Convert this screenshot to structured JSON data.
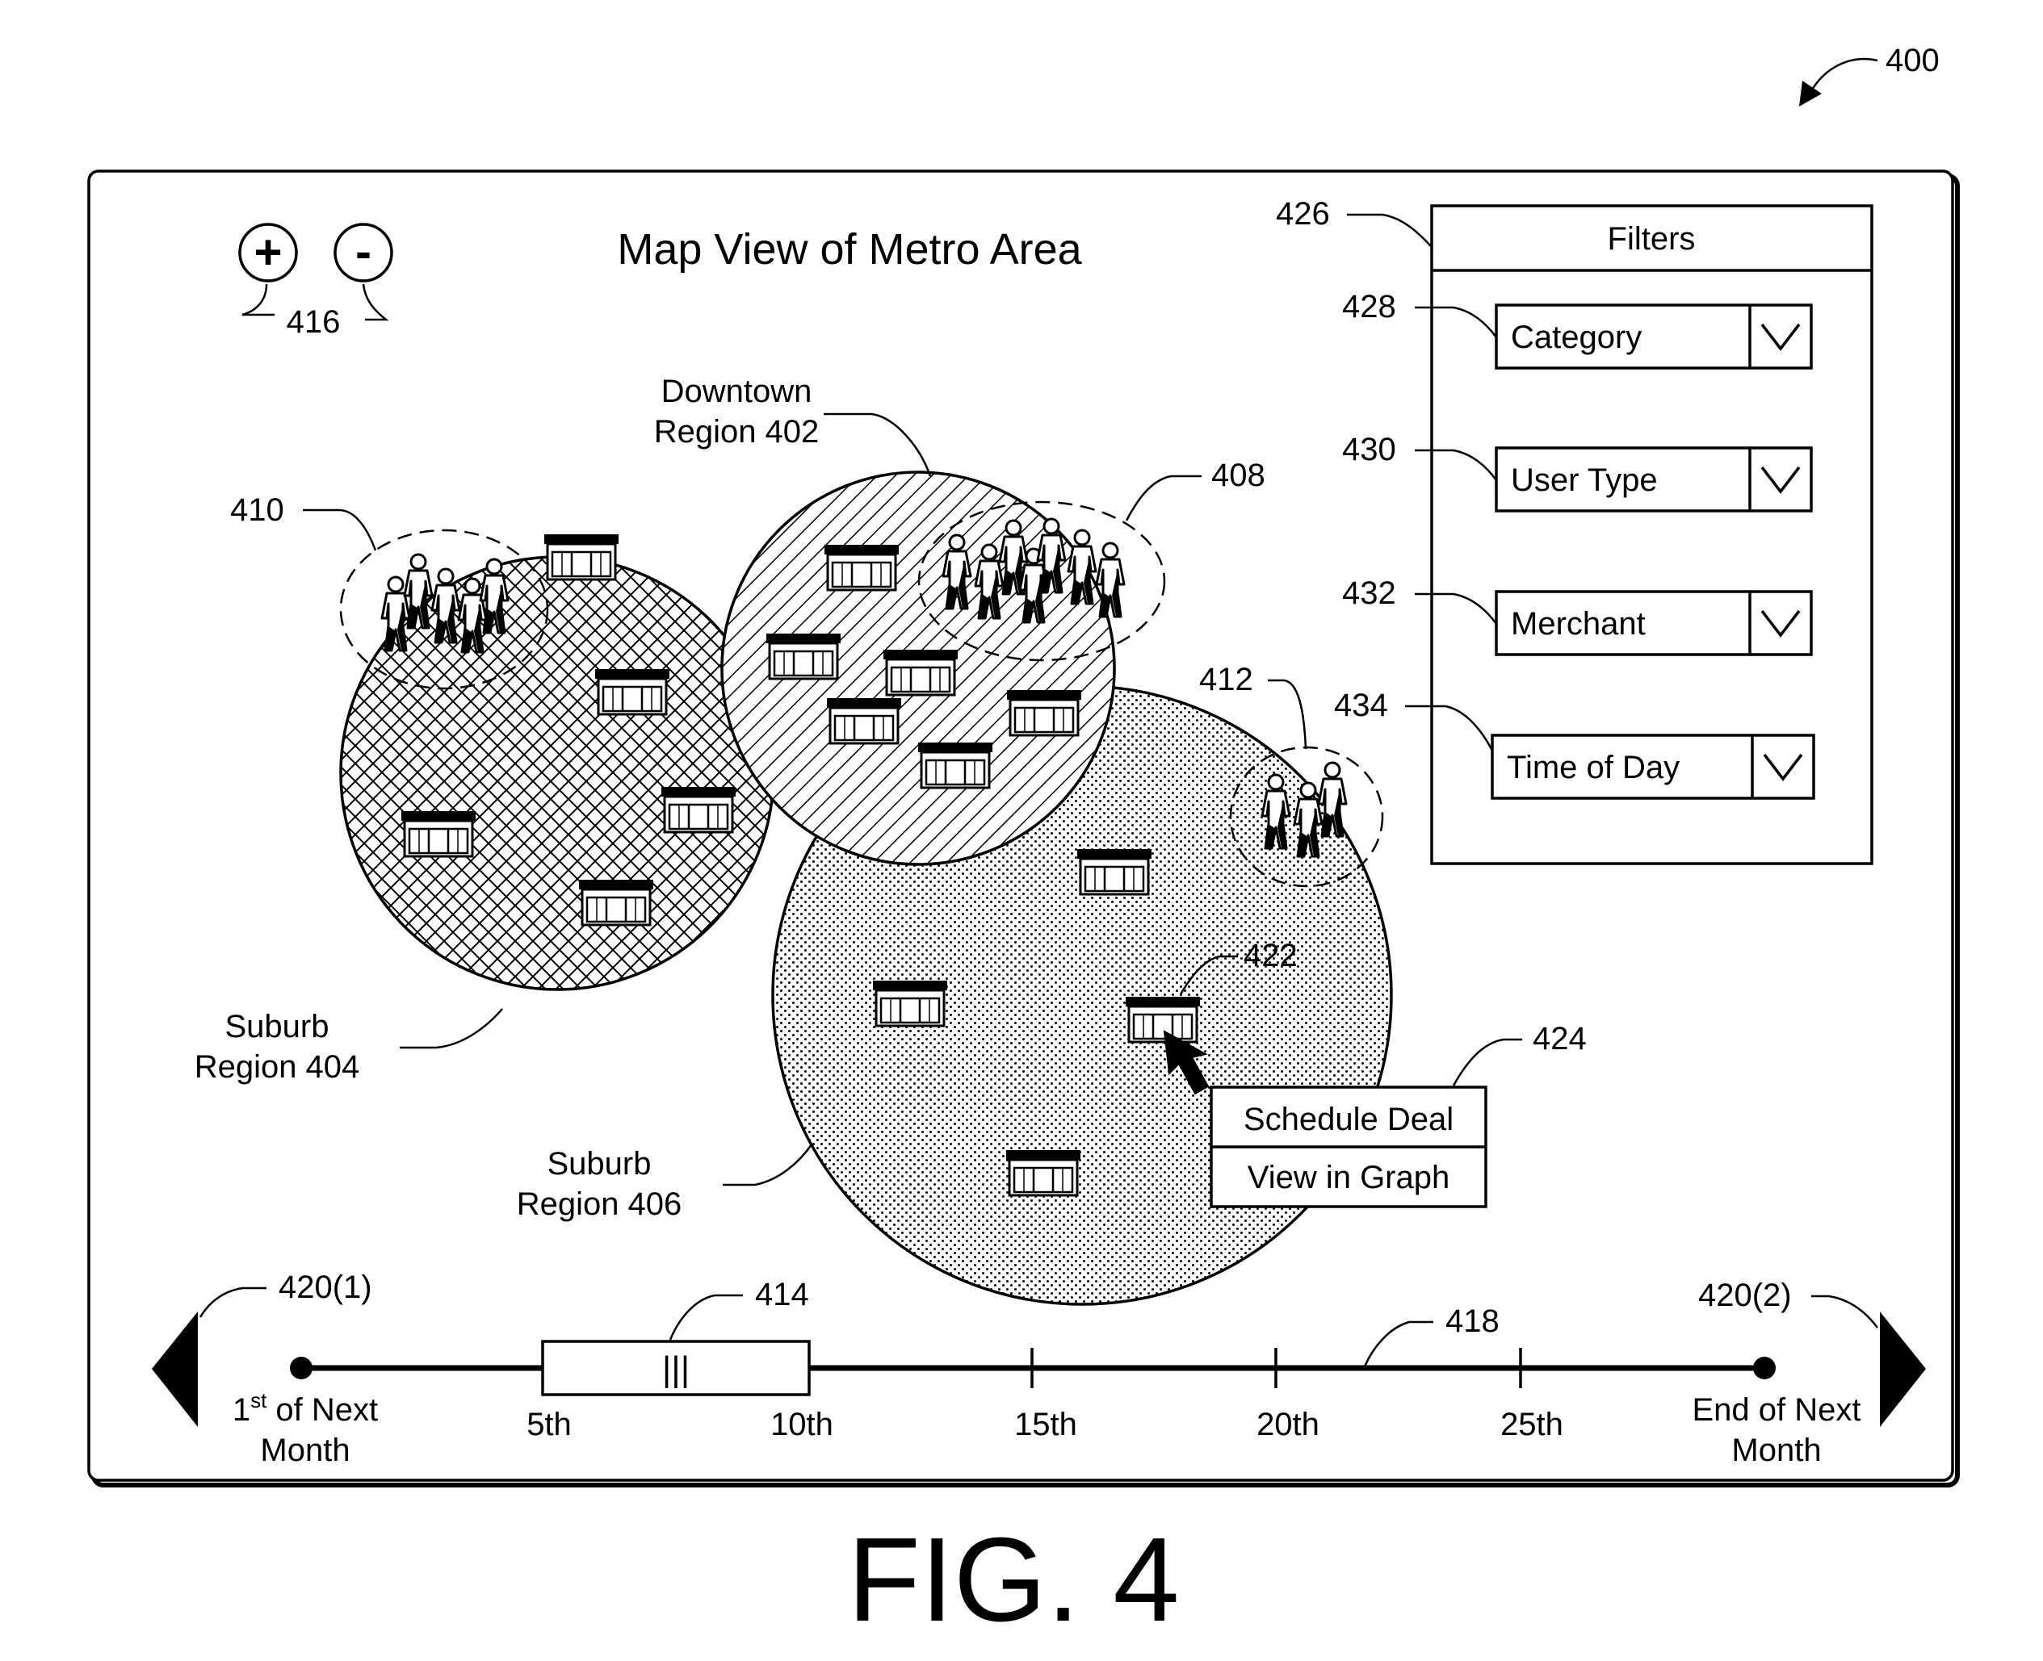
{
  "figure": {
    "ref": "400",
    "caption": "FIG. 4"
  },
  "map": {
    "title": "Map View of Metro Area",
    "zoom": {
      "ref": "416",
      "zoom_in": "+",
      "zoom_out": "-"
    },
    "regions": [
      {
        "name_line1": "Downtown",
        "name_line2": "Region 402"
      },
      {
        "name_line1": "Suburb",
        "name_line2": "Region 404"
      },
      {
        "name_line1": "Suburb",
        "name_line2": "Region 406"
      }
    ],
    "user_cluster_refs": [
      "408",
      "410",
      "412"
    ],
    "merchant_ref": "422",
    "context_menu": {
      "ref": "424",
      "items": [
        "Schedule Deal",
        "View in Graph"
      ]
    }
  },
  "filters": {
    "ref": "426",
    "title": "Filters",
    "items": [
      {
        "ref": "428",
        "label": "Category"
      },
      {
        "ref": "430",
        "label": "User Type"
      },
      {
        "ref": "432",
        "label": "Merchant"
      },
      {
        "ref": "434",
        "label": "Time of Day"
      }
    ]
  },
  "timeline": {
    "ref": "418",
    "slider_ref": "414",
    "slider_grip": "|||",
    "left_arrow_ref": "420(1)",
    "right_arrow_ref": "420(2)",
    "start_label_num": "1",
    "start_label_sup": "st",
    "start_label_rest": " of Next",
    "start_label_line2": "Month",
    "ticks": [
      "5th",
      "10th",
      "15th",
      "20th",
      "25th"
    ],
    "end_label_line1": "End of Next",
    "end_label_line2": "Month"
  }
}
